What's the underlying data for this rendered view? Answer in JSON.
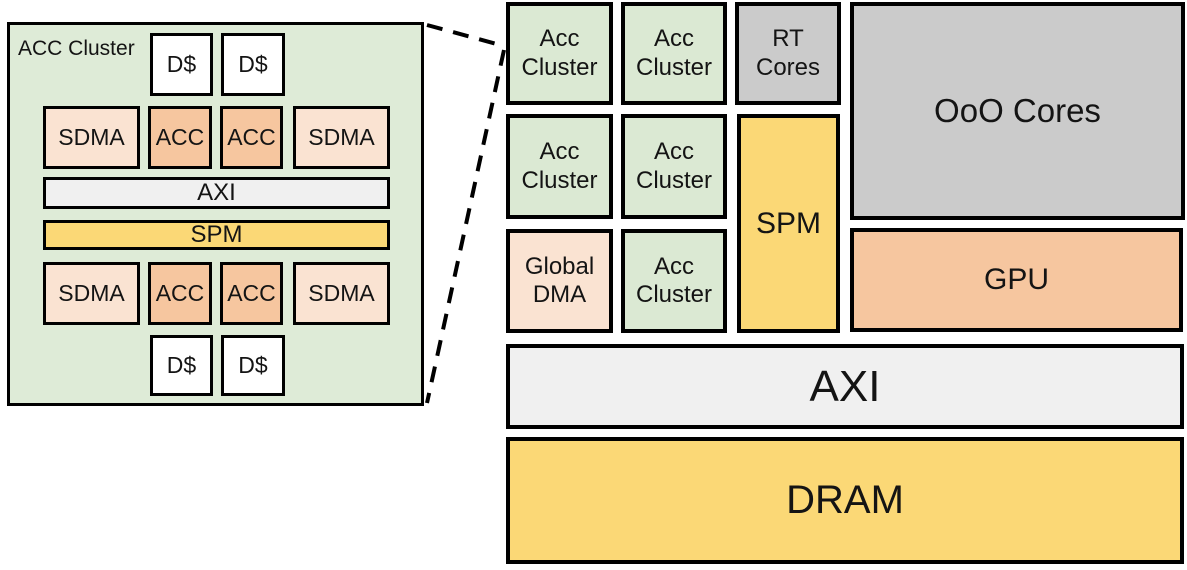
{
  "left_panel": {
    "title": "ACC Cluster",
    "dcache_top": [
      "D$",
      "D$"
    ],
    "row_top": [
      "SDMA",
      "ACC",
      "ACC",
      "SDMA"
    ],
    "axi": "AXI",
    "spm": "SPM",
    "row_bottom": [
      "SDMA",
      "ACC",
      "ACC",
      "SDMA"
    ],
    "dcache_bottom": [
      "D$",
      "D$"
    ]
  },
  "soc": {
    "acc_cluster": [
      "Acc",
      "Cluster"
    ],
    "rt_cores": [
      "RT",
      "Cores"
    ],
    "global_dma": [
      "Global",
      "DMA"
    ],
    "spm": "SPM",
    "ooo_cores": "OoO Cores",
    "gpu": "GPU",
    "axi": "AXI",
    "dram": "DRAM"
  },
  "colors": {
    "panel_green": "#deebd7",
    "cluster_green": "#dbe9d3",
    "peach_light": "#fae3d2",
    "orange": "#f6c69f",
    "yellow": "#fbd876",
    "gray": "#cbcbcb",
    "light_gray": "#f0f0f0",
    "border": "#000000",
    "text": "#141414"
  }
}
